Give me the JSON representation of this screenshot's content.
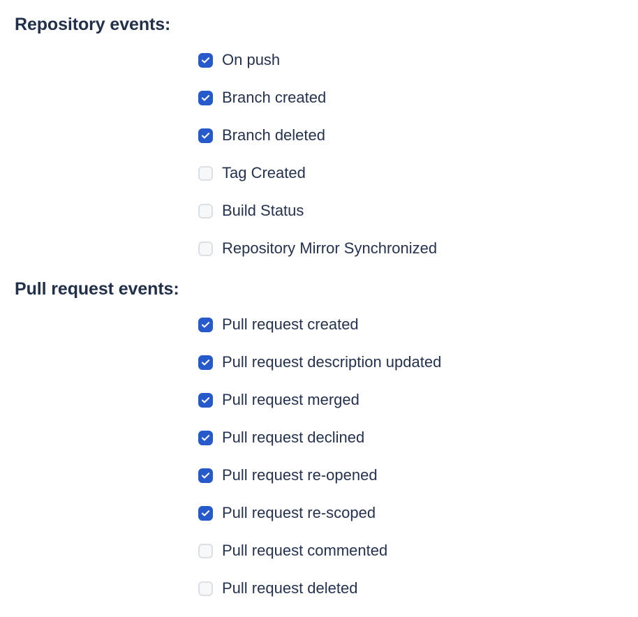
{
  "colors": {
    "checkbox_checked": "#2659c9",
    "checkbox_unchecked_fill": "#f7f8f9",
    "checkbox_unchecked_border": "#dcdfe4",
    "heading_text": "#22304a",
    "label_text": "#25324f",
    "background": "#ffffff"
  },
  "sections": [
    {
      "id": "repository-events",
      "heading": "Repository events:",
      "options": [
        {
          "label": "On push",
          "checked": true
        },
        {
          "label": "Branch created",
          "checked": true
        },
        {
          "label": "Branch deleted",
          "checked": true
        },
        {
          "label": "Tag Created",
          "checked": false
        },
        {
          "label": "Build Status",
          "checked": false
        },
        {
          "label": "Repository Mirror Synchronized",
          "checked": false
        }
      ]
    },
    {
      "id": "pull-request-events",
      "heading": "Pull request events:",
      "options": [
        {
          "label": "Pull request created",
          "checked": true
        },
        {
          "label": "Pull request description updated",
          "checked": true
        },
        {
          "label": "Pull request merged",
          "checked": true
        },
        {
          "label": "Pull request declined",
          "checked": true
        },
        {
          "label": "Pull request re-opened",
          "checked": true
        },
        {
          "label": "Pull request re-scoped",
          "checked": true
        },
        {
          "label": "Pull request commented",
          "checked": false
        },
        {
          "label": "Pull request deleted",
          "checked": false
        }
      ]
    }
  ],
  "icons": {
    "checkmark": "checkmark-icon"
  }
}
